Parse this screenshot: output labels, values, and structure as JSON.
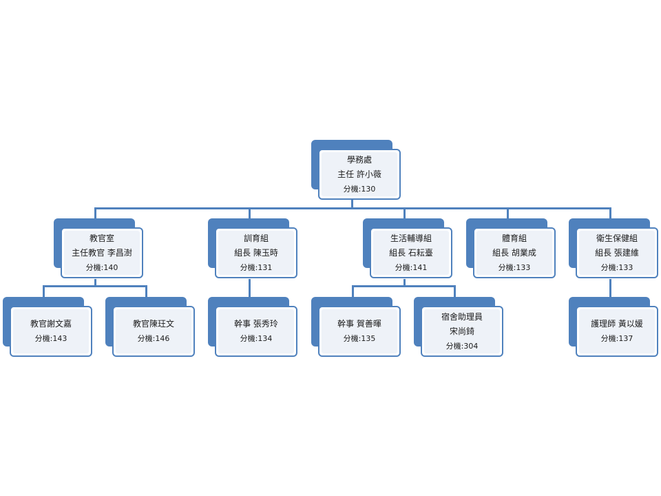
{
  "colors": {
    "accent": "#4f81bd",
    "card_fill": "#eef2f8",
    "text": "#1a1a1a"
  },
  "org_chart": {
    "root": {
      "lines": [
        "學務處",
        "主任 許小薇",
        "分機:130"
      ]
    },
    "divisions": [
      {
        "lines": [
          "教官室",
          "主任教官 李昌澍",
          "分機:140"
        ],
        "children": [
          {
            "lines": [
              "教官謝文嘉",
              "分機:143"
            ]
          },
          {
            "lines": [
              "教官陳玨文",
              "分機:146"
            ]
          }
        ]
      },
      {
        "lines": [
          "訓育組",
          "組長 陳玉時",
          "分機:131"
        ],
        "children": [
          {
            "lines": [
              "幹事 張秀玲",
              "分機:134"
            ]
          }
        ]
      },
      {
        "lines": [
          "生活輔導組",
          "組長 石耘臺",
          "分機:141"
        ],
        "children": [
          {
            "lines": [
              "幹事 賀善暉",
              "分機:135"
            ]
          },
          {
            "lines": [
              "宿舍助理員",
              "宋尚錡",
              "分機:304"
            ]
          }
        ]
      },
      {
        "lines": [
          "體育組",
          "組長 胡業成",
          "分機:133"
        ],
        "children": []
      },
      {
        "lines": [
          "衛生保健組",
          "組長 張建維",
          "分機:133"
        ],
        "children": [
          {
            "lines": [
              "護理師 黃以媛",
              "分機:137"
            ]
          }
        ]
      }
    ]
  }
}
